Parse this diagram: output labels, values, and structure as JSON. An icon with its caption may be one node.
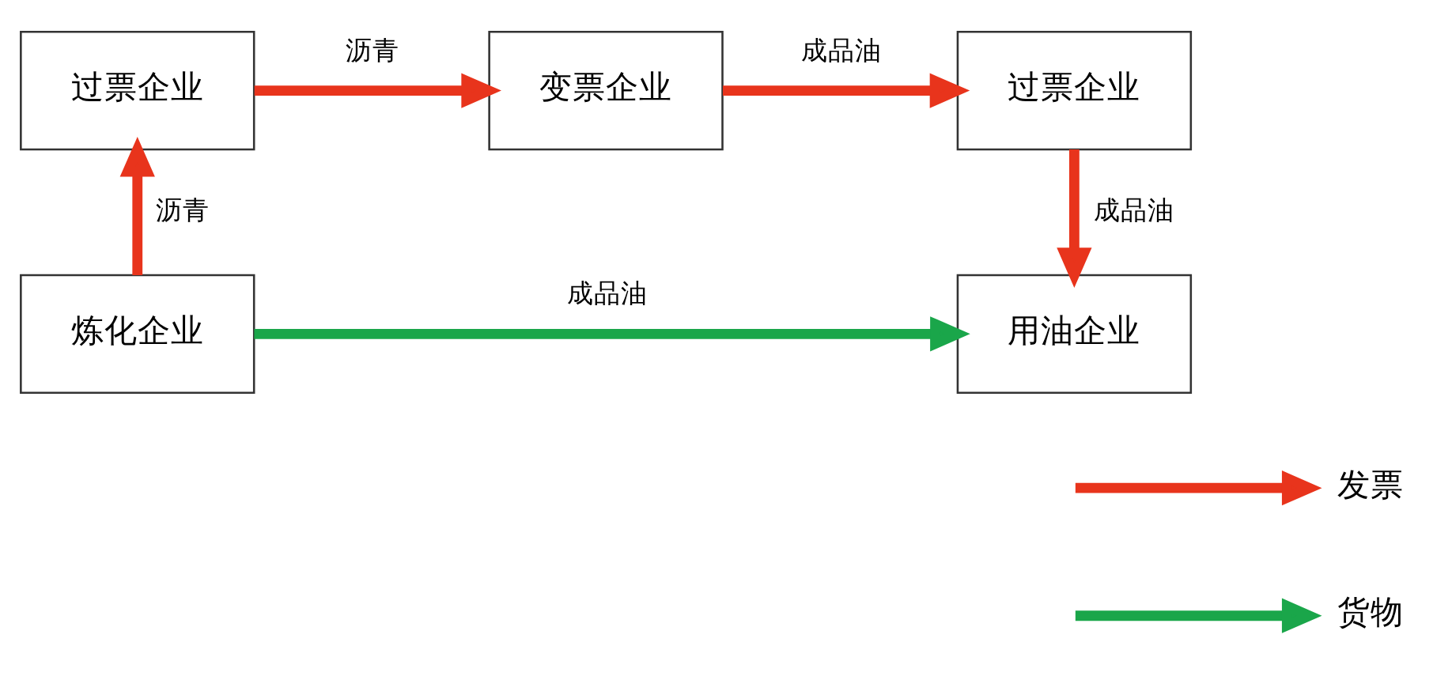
{
  "diagram": {
    "nodes": [
      {
        "text": [
          "过票企业"
        ]
      },
      {
        "text": [
          "变票企业"
        ]
      },
      {
        "text": [
          "过票企业"
        ]
      },
      {
        "text": [
          "炼化企业"
        ]
      },
      {
        "text": [
          "用油企业"
        ]
      }
    ],
    "edges": [
      {
        "from": 0,
        "to": 1,
        "arrow": "to",
        "label": "沥青"
      },
      {
        "from": 1,
        "to": 2,
        "arrow": "to",
        "label": "成品油"
      },
      {
        "from": 3,
        "to": 0,
        "arrow": "to",
        "label": "沥青"
      },
      {
        "from": 2,
        "to": 4,
        "arrow": "to",
        "label": "成品油"
      },
      {
        "from": 3,
        "to": 4,
        "arrow": "to",
        "label": "成品油",
        "color": "#1aa64a"
      }
    ],
    "legend": [
      {
        "text": "发票"
      },
      {
        "text": "货物"
      }
    ]
  }
}
